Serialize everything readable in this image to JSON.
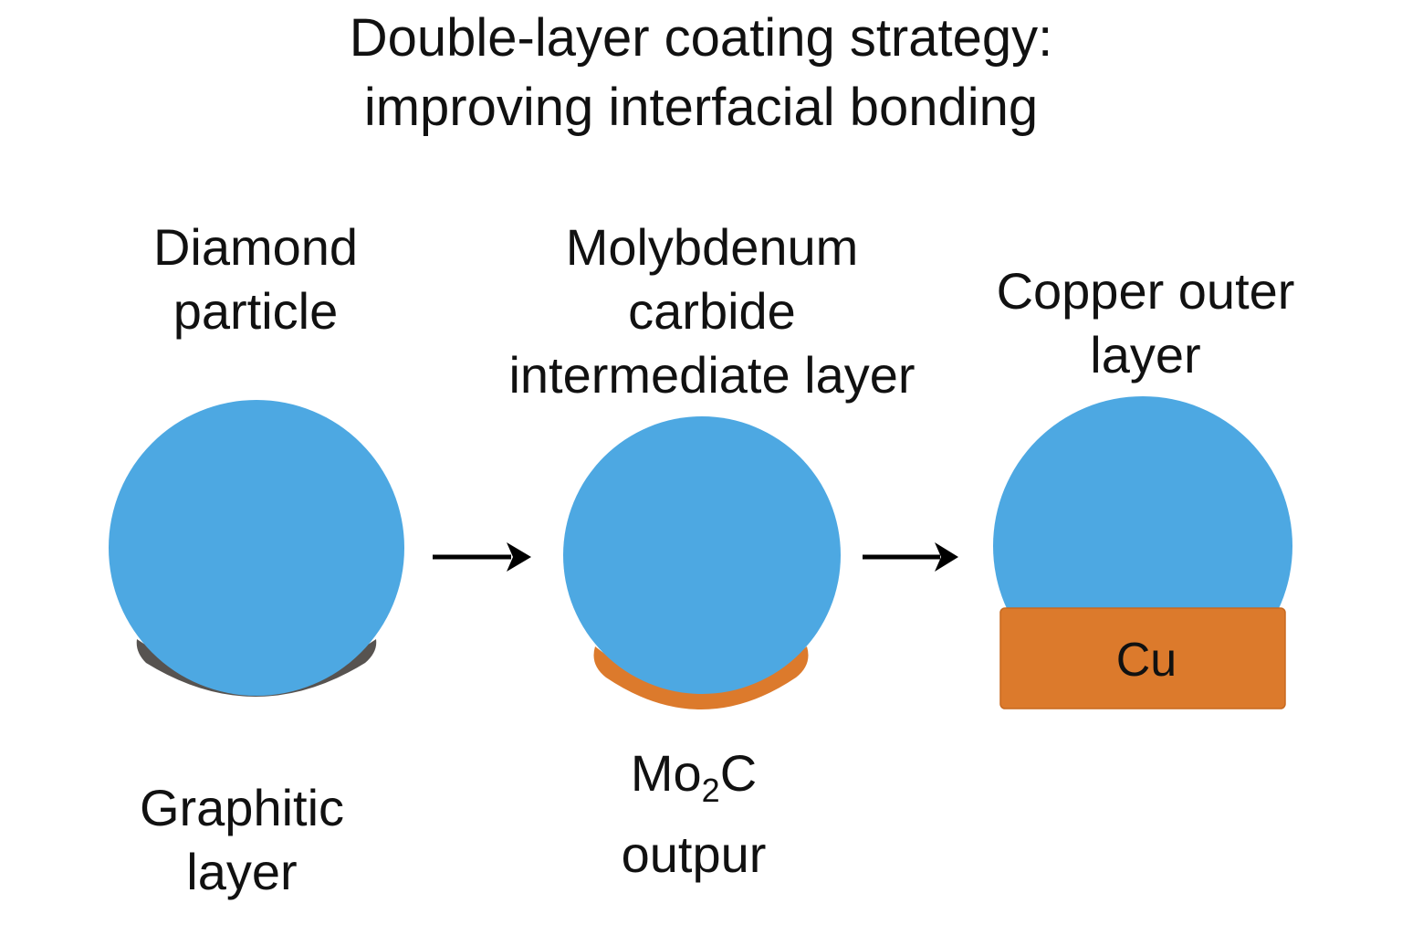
{
  "title": {
    "line1": "Double-layer coating strategy:",
    "line2": "improving interfacial bonding"
  },
  "stages": [
    {
      "top_label": [
        "Diamond",
        "particle"
      ],
      "bottom_label": [
        "Graphitic",
        "layer"
      ],
      "particle_color": "#4da8e2",
      "layer_color": "#575350"
    },
    {
      "top_label": [
        "Molybdenum",
        "carbide",
        "intermediate layer"
      ],
      "bottom_label_formula": {
        "base": "Mo",
        "subscript": "2",
        "suffix": "C"
      },
      "bottom_label_line2": "outpur",
      "particle_color": "#4da8e2",
      "layer_color": "#dc7a2c"
    },
    {
      "top_label": [
        "Copper outer",
        "layer"
      ],
      "block_label": "Cu",
      "particle_color": "#4da8e2",
      "layer_color": "#dc7a2c"
    }
  ],
  "arrows": [
    "arrow-1-to-2",
    "arrow-2-to-3"
  ]
}
